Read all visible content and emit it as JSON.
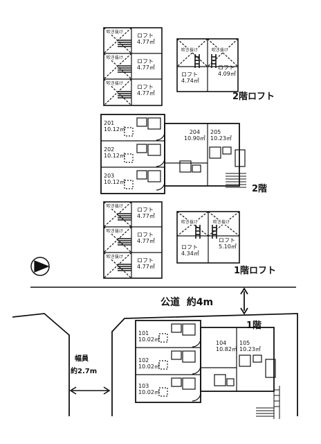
{
  "floors": {
    "loft2": {
      "label": "2階ロフト",
      "left_lofts": [
        {
          "tag": "吹き抜け",
          "name": "ロフト",
          "area": "4.77㎡"
        },
        {
          "tag": "吹き抜け",
          "name": "ロフト",
          "area": "4.77㎡"
        },
        {
          "tag": "吹き抜け",
          "name": "ロフト",
          "area": "4.77㎡"
        }
      ],
      "right_tags": [
        "吹き抜け",
        "吹き抜け"
      ],
      "right_lofts": [
        {
          "name": "ロフト",
          "area": "4.74㎡"
        },
        {
          "name": "ロフト",
          "area": "4.09㎡"
        }
      ]
    },
    "floor2": {
      "label": "2階",
      "units": [
        {
          "num": "201",
          "area": "10.12㎡"
        },
        {
          "num": "202",
          "area": "10.12㎡"
        },
        {
          "num": "203",
          "area": "10.12㎡"
        },
        {
          "num": "204",
          "area": "10.90㎡"
        },
        {
          "num": "205",
          "area": "10.23㎡"
        }
      ]
    },
    "loft1": {
      "label": "1階ロフト",
      "left_lofts": [
        {
          "tag": "吹き抜け",
          "name": "ロフト",
          "area": "4.77㎡"
        },
        {
          "tag": "吹き抜け",
          "name": "ロフト",
          "area": "4.77㎡"
        },
        {
          "tag": "吹き抜け",
          "name": "ロフト",
          "area": "4.77㎡"
        }
      ],
      "right_tags": [
        "吹き抜け",
        "吹き抜け"
      ],
      "right_lofts": [
        {
          "name": "ロフト",
          "area": "4.34㎡"
        },
        {
          "name": "ロフト",
          "area": "5.10㎡"
        }
      ]
    },
    "floor1": {
      "label": "1階",
      "units": [
        {
          "num": "101",
          "area": "10.02㎡"
        },
        {
          "num": "102",
          "area": "10.02㎡"
        },
        {
          "num": "103",
          "area": "10.02㎡"
        },
        {
          "num": "104",
          "area": "10.82㎡"
        },
        {
          "num": "105",
          "area": "10.23㎡"
        }
      ]
    }
  },
  "road": {
    "label": "公道",
    "width": "約4m"
  },
  "side": {
    "label": "幅員",
    "width": "約2.7m"
  }
}
